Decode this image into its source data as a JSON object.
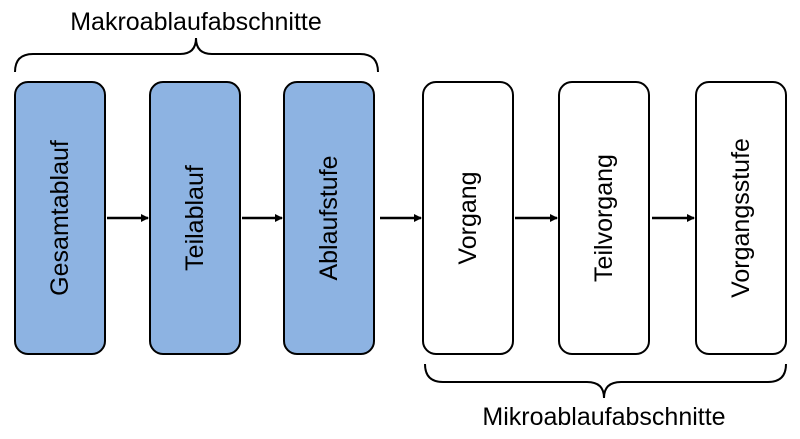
{
  "groups": {
    "macro": {
      "label": "Makroablaufabschnitte"
    },
    "micro": {
      "label": "Mikroablaufabschnitte"
    }
  },
  "boxes": [
    {
      "label": "Gesamtablauf",
      "group": "macro"
    },
    {
      "label": "Teilablauf",
      "group": "macro"
    },
    {
      "label": "Ablaufstufe",
      "group": "macro"
    },
    {
      "label": "Vorgang",
      "group": "micro"
    },
    {
      "label": "Teilvorgang",
      "group": "micro"
    },
    {
      "label": "Vorgangsstufe",
      "group": "micro"
    }
  ],
  "colors": {
    "macro_fill": "#8DB3E2",
    "micro_fill": "#FFFFFF",
    "stroke": "#000000"
  }
}
